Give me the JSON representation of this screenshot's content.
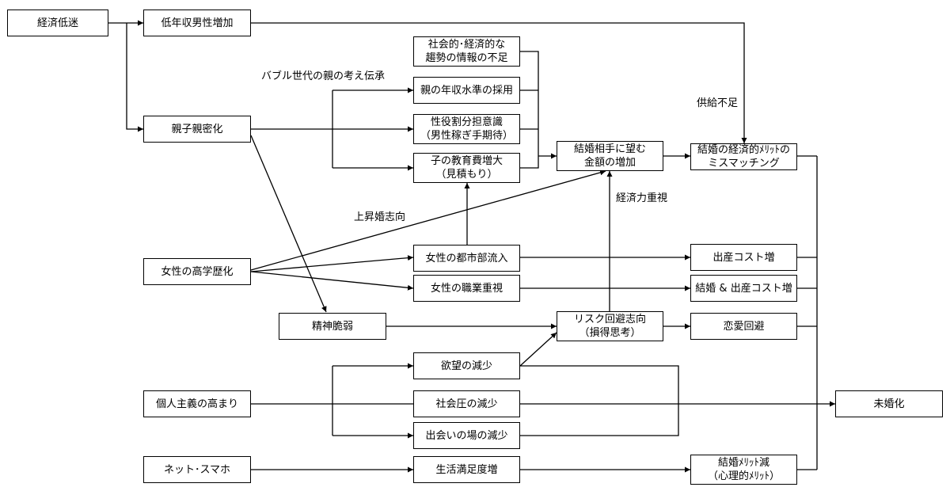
{
  "nodes": {
    "keizai_teimei": "経済低迷",
    "teinenshu": "低年収男性増加",
    "oyako": "親子親密化",
    "shakai_info": [
      "社会的･経済的な",
      "趨勢の情報の不足"
    ],
    "oya_nenshu": "親の年収水準の採用",
    "seiyakuwari": [
      "性役割分担意識",
      "（男性稼ぎ手期待）"
    ],
    "kyoikuhi": [
      "子の教育費増大",
      "（見積もり）"
    ],
    "kekkon_kingaku": [
      "結婚相手に望む",
      "金額の増加"
    ],
    "keizai_mismatch": [
      "結婚の経済的ﾒﾘｯﾄの",
      "ミスマッチング"
    ],
    "joseikogaku": "女性の高学歴化",
    "toshibu": "女性の都市部流入",
    "shokugyo": "女性の職業重視",
    "shussan_cost": "出産コスト増",
    "kekkon_shussan_cost": "結婚 & 出産コスト増",
    "seishin": "精神脆弱",
    "risk": [
      "リスク回避志向",
      "（損得思考）"
    ],
    "renai": "恋愛回避",
    "yokubo": "欲望の減少",
    "kojin": "個人主義の高まり",
    "shakaiatsu": "社会圧の減少",
    "deai": "出会いの場の減少",
    "mikon": "未婚化",
    "net": "ネット･スマホ",
    "seikatsu": "生活満足度増",
    "merit_gen": [
      "結婚ﾒﾘｯﾄ減",
      "（心理的ﾒﾘｯﾄ）"
    ]
  },
  "labels": {
    "bubble": "バブル世代の親の考え伝承",
    "kyokyu": "供給不足",
    "joushou": "上昇婚志向",
    "keizairyoku": "経済力重視"
  }
}
